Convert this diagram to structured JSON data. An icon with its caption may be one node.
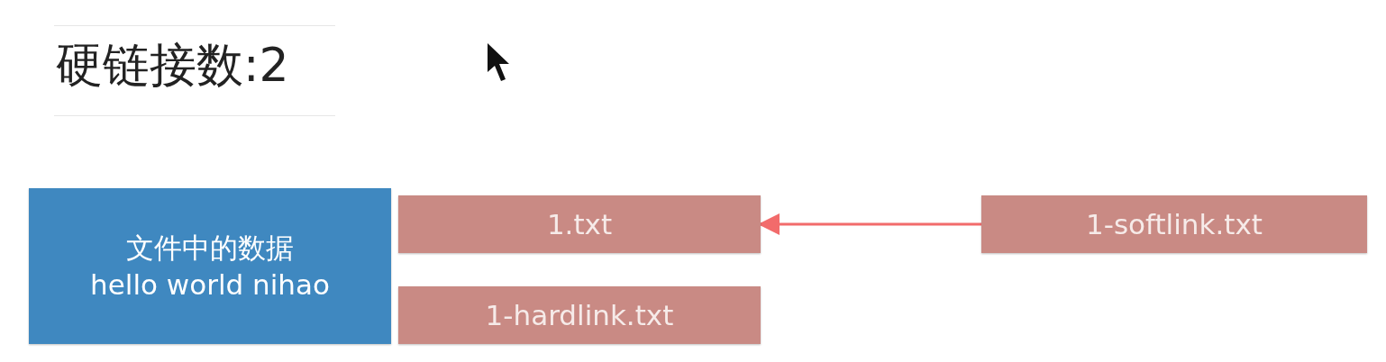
{
  "diagram": {
    "title": "硬链接数:2",
    "nodes": [
      {
        "text": [
          "文件中的数据",
          "hello world nihao"
        ]
      },
      {
        "text": [
          "1.txt"
        ]
      },
      {
        "text": [
          "1-hardlink.txt"
        ]
      },
      {
        "text": [
          "1-softlink.txt"
        ]
      }
    ],
    "edges": [
      {
        "from": 3,
        "to": 1,
        "arrow": "to",
        "color": "#f26b6b"
      }
    ]
  }
}
